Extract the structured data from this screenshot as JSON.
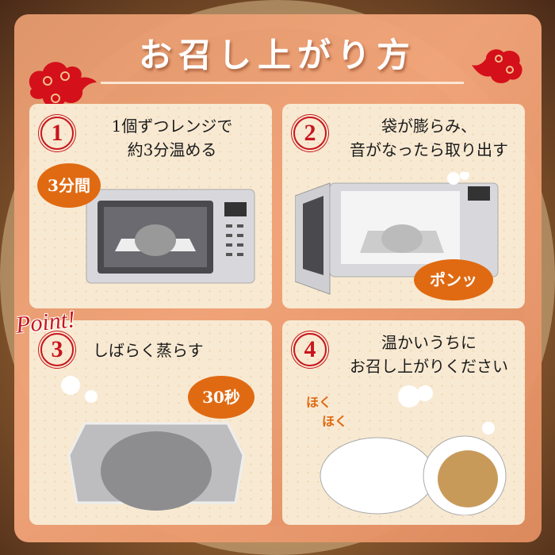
{
  "title": "お召し上がり方",
  "colors": {
    "accent": "#c8161d",
    "bubble": "#e06a12",
    "frame": "#f3a57a",
    "panel": "#f8e9d2"
  },
  "steps": [
    {
      "number": "1",
      "text_line1": "1個ずつレンジで",
      "text_line2": "約3分温める",
      "bubble": "3分間"
    },
    {
      "number": "2",
      "text_line1": "袋が膨らみ、",
      "text_line2": "音がなったら取り出す",
      "bubble": "ポンッ"
    },
    {
      "number": "3",
      "text_line1": "しばらく蒸らす",
      "badge": "Point!",
      "bubble": "30秒"
    },
    {
      "number": "4",
      "text_line1": "温かいうちに",
      "text_line2": "お召し上がりください",
      "sfx1": "ほく",
      "sfx2": "ほく"
    }
  ]
}
